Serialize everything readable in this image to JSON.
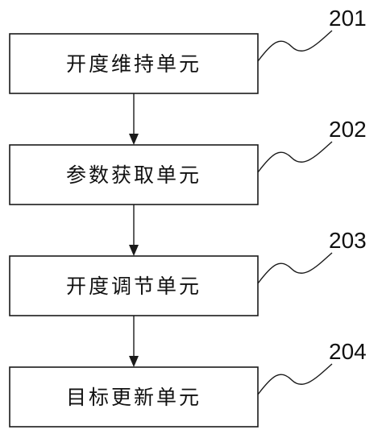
{
  "units": [
    {
      "label": "开度维持单元",
      "ref": "201"
    },
    {
      "label": "参数获取单元",
      "ref": "202"
    },
    {
      "label": "开度调节单元",
      "ref": "203"
    },
    {
      "label": "目标更新单元",
      "ref": "204"
    }
  ],
  "colors": {
    "stroke": "#1a1a1a",
    "text": "#111111",
    "background": "#ffffff"
  }
}
